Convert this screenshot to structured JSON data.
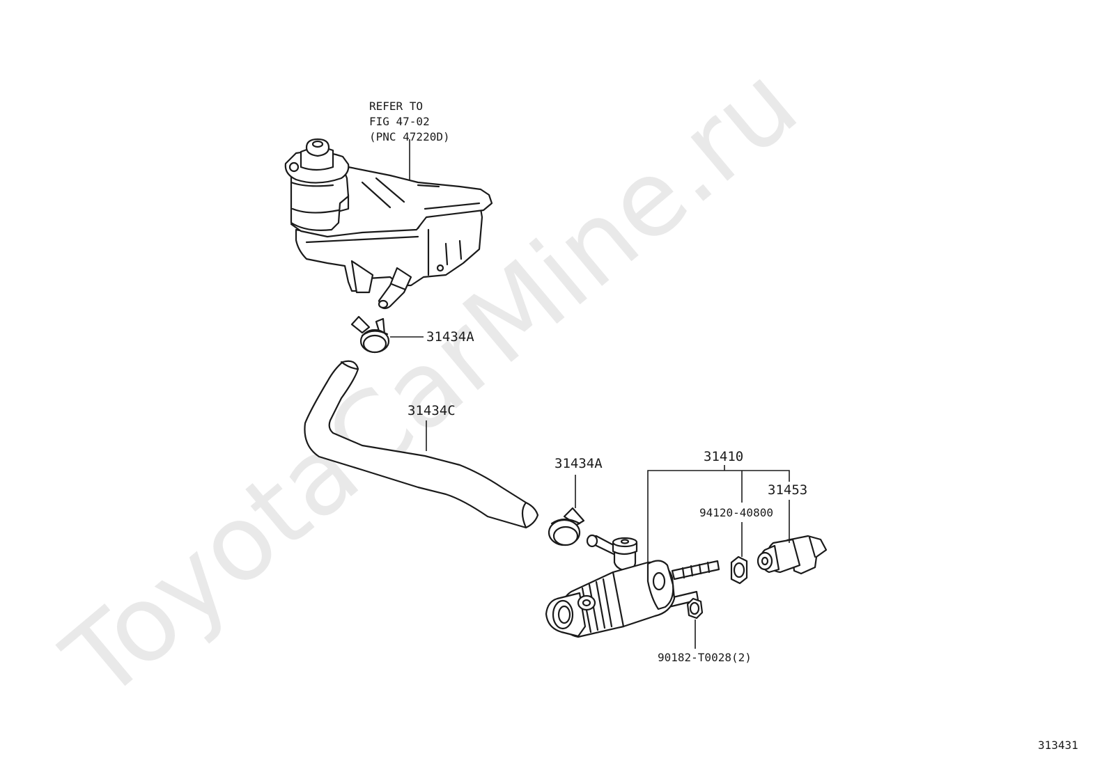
{
  "watermark": "ToyotaCarMine.ru",
  "figure_number": "313431",
  "reference_note": {
    "line1": "REFER TO",
    "line2": "FIG 47-02",
    "line3": "(PNC 47220D)"
  },
  "parts": {
    "clip_upper": "31434A",
    "hose": "31434C",
    "clip_lower": "31434A",
    "master_cylinder_assy": "31410",
    "push_rod_clevis": "31453",
    "nut": "94120-40800",
    "bolt": "90182-T0028(2)"
  }
}
